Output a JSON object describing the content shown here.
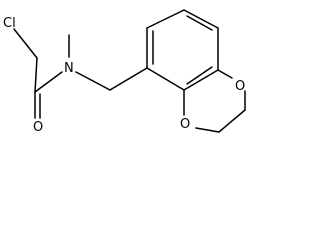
{
  "molecule": {
    "atoms": {
      "chlorine": "Cl",
      "nitrogen": "N",
      "carbonyl_oxygen": "O",
      "ring_oxygen_top": "O",
      "ring_oxygen_bottom": "O"
    }
  },
  "colors": {
    "background": "#ffffff",
    "bond": "#000000",
    "label": "#000000"
  }
}
